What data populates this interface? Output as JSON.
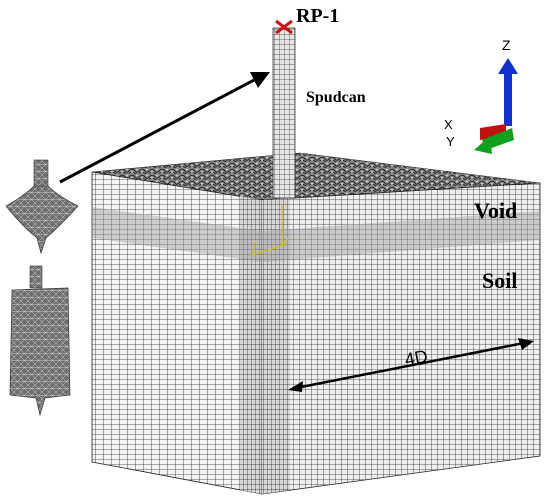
{
  "labels": {
    "reference_point": "RP-1",
    "spudcan": "Spudcan",
    "void": "Void",
    "soil": "Soil",
    "dimension": "4D"
  },
  "axes": {
    "z": "Z",
    "x": "X",
    "y": "Y"
  },
  "icons": {
    "reference_point_marker": "cross-icon",
    "axis_triad": "xyz-triad-icon",
    "arrow": "arrow-right-up-icon"
  },
  "colors": {
    "reference_marker": "#cc1111",
    "axis_z": "#1030d0",
    "axis_x": "#c01010",
    "axis_y": "#10a020",
    "mesh_line": "#2a2a2a",
    "void_band": "#a8a8a8",
    "local_csys": "#d4c000"
  }
}
